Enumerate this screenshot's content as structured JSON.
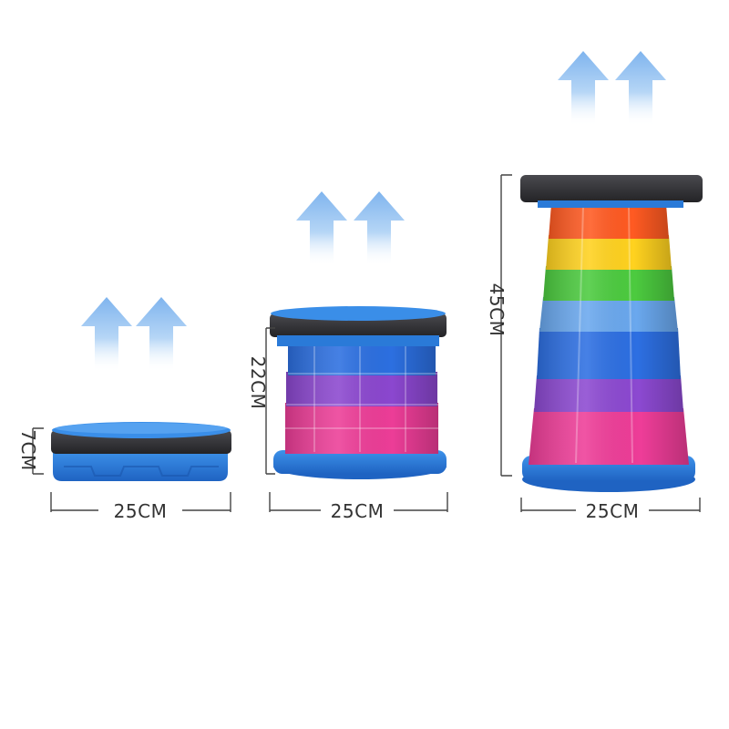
{
  "labels": {
    "stool_small_width": "25CM",
    "stool_small_height": "7CM",
    "stool_medium_width": "25CM",
    "stool_medium_height": "22CM",
    "stool_large_width": "25CM",
    "stool_large_height": "45CM"
  },
  "icons": [
    "up-arrow-icon"
  ],
  "colors": {
    "seat": "#2f2f33",
    "base_blue": "#2c7fdc",
    "arrow_blue": "#9cc6f2",
    "orange": "#ff5a22",
    "yellow": "#ffd21f",
    "green": "#4ccc3f",
    "light_blue": "#69a8ee",
    "blue": "#2f70e0",
    "purple": "#8c4ad0",
    "pink": "#f0409c",
    "dimension_line": "#444444"
  }
}
